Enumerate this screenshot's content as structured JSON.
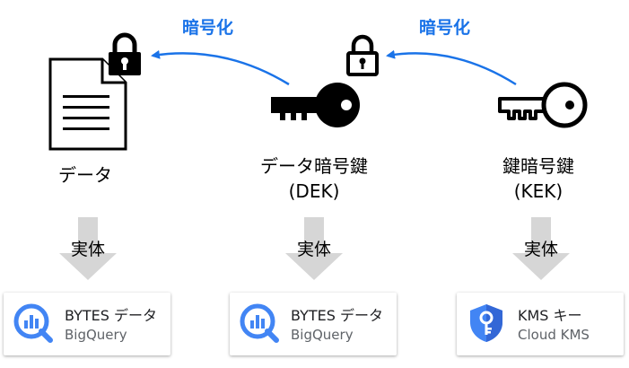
{
  "encrypt_label_left": "暗号化",
  "encrypt_label_right": "暗号化",
  "nodes": [
    {
      "label": "データ"
    },
    {
      "label": "データ暗号鍵",
      "sublabel": "(DEK)"
    },
    {
      "label": "鍵暗号鍵",
      "sublabel": "(KEK)"
    }
  ],
  "impl_label": "実体",
  "cards": [
    {
      "title": "BYTES データ",
      "subtitle": "BigQuery",
      "icon": "bigquery-icon"
    },
    {
      "title": "BYTES データ",
      "subtitle": "BigQuery",
      "icon": "bigquery-icon"
    },
    {
      "title": "KMS キー",
      "subtitle": "Cloud KMS",
      "icon": "cloud-kms-icon"
    }
  ],
  "colors": {
    "accent": "#1a73e8",
    "arrow_gray": "#d6d6d6",
    "icon_blue": "#4285f4"
  }
}
